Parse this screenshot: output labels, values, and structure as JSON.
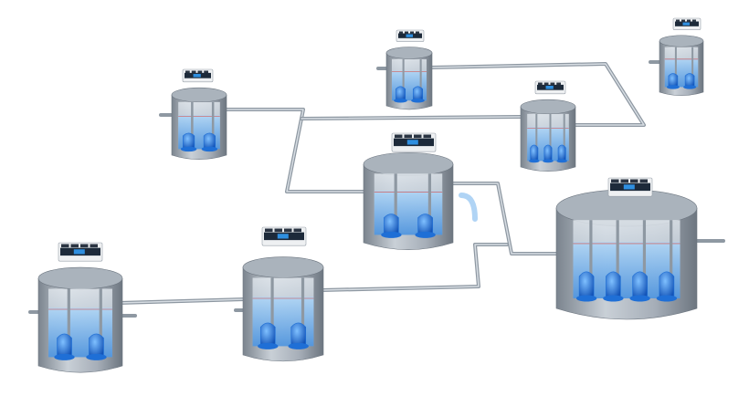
{
  "diagram": {
    "colors": {
      "background": "#ffffff",
      "pipe": "#9aa3ad",
      "pipe_highlight": "#c9d0d7",
      "tank_body": "#b7bec7",
      "tank_dark": "#6d7680",
      "water": "#6fb6ef",
      "pump": "#1f6fd6",
      "controller_body": "#eef0f2",
      "controller_front": "#1d2a3a",
      "controller_display": "#2f8fe0"
    },
    "stations": [
      {
        "id": "station-1",
        "pumps": 2,
        "controller_icon": "controller-unit-icon"
      },
      {
        "id": "station-2",
        "pumps": 2,
        "controller_icon": "controller-unit-icon"
      },
      {
        "id": "station-3",
        "pumps": 2,
        "controller_icon": "controller-unit-icon"
      },
      {
        "id": "station-4",
        "pumps": 2,
        "controller_icon": "controller-unit-icon"
      },
      {
        "id": "station-5",
        "pumps": 3,
        "controller_icon": "controller-unit-icon"
      },
      {
        "id": "station-6",
        "pumps": 2,
        "controller_icon": "controller-unit-icon"
      },
      {
        "id": "station-7",
        "pumps": 2,
        "controller_icon": "controller-unit-icon"
      },
      {
        "id": "station-8",
        "pumps": 4,
        "controller_icon": "controller-unit-icon"
      }
    ]
  }
}
